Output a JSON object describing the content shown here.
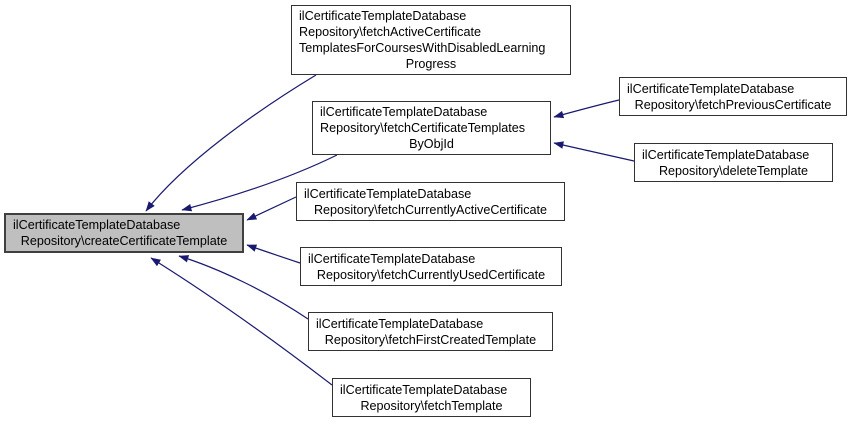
{
  "diagram": {
    "type": "call-graph",
    "description": "Doxygen caller graph for ilCertificateTemplateDatabaseRepository::createCertificateTemplate",
    "colors": {
      "edge": "#191970",
      "node_fill": "#ffffff",
      "node_border": "#323232",
      "highlight_fill": "#bfbfbf",
      "text": "#000000",
      "background": "#ffffff"
    }
  },
  "nodes": {
    "createCertificateTemplate": {
      "lines": [
        "ilCertificateTemplateDatabase",
        "Repository\\createCertificateTemplate"
      ],
      "highlighted": true
    },
    "fetchActiveCertificateTemplatesForCoursesWithDisabledLearningProgress": {
      "lines": [
        "ilCertificateTemplateDatabase",
        "Repository\\fetchActiveCertificate",
        "TemplatesForCoursesWithDisabledLearning",
        "Progress"
      ],
      "highlighted": false
    },
    "fetchCertificateTemplatesByObjId": {
      "lines": [
        "ilCertificateTemplateDatabase",
        "Repository\\fetchCertificateTemplates",
        "ByObjId"
      ],
      "highlighted": false
    },
    "fetchPreviousCertificate": {
      "lines": [
        "ilCertificateTemplateDatabase",
        "Repository\\fetchPreviousCertificate"
      ],
      "highlighted": false
    },
    "deleteTemplate": {
      "lines": [
        "ilCertificateTemplateDatabase",
        "Repository\\deleteTemplate"
      ],
      "highlighted": false
    },
    "fetchCurrentlyActiveCertificate": {
      "lines": [
        "ilCertificateTemplateDatabase",
        "Repository\\fetchCurrentlyActiveCertificate"
      ],
      "highlighted": false
    },
    "fetchCurrentlyUsedCertificate": {
      "lines": [
        "ilCertificateTemplateDatabase",
        "Repository\\fetchCurrentlyUsedCertificate"
      ],
      "highlighted": false
    },
    "fetchFirstCreatedTemplate": {
      "lines": [
        "ilCertificateTemplateDatabase",
        "Repository\\fetchFirstCreatedTemplate"
      ],
      "highlighted": false
    },
    "fetchTemplate": {
      "lines": [
        "ilCertificateTemplateDatabase",
        "Repository\\fetchTemplate"
      ],
      "highlighted": false
    }
  },
  "edges": [
    {
      "from": "fetchActiveCertificateTemplatesForCoursesWithDisabledLearningProgress",
      "to": "createCertificateTemplate"
    },
    {
      "from": "fetchCertificateTemplatesByObjId",
      "to": "createCertificateTemplate"
    },
    {
      "from": "fetchCurrentlyActiveCertificate",
      "to": "createCertificateTemplate"
    },
    {
      "from": "fetchCurrentlyUsedCertificate",
      "to": "createCertificateTemplate"
    },
    {
      "from": "fetchFirstCreatedTemplate",
      "to": "createCertificateTemplate"
    },
    {
      "from": "fetchTemplate",
      "to": "createCertificateTemplate"
    },
    {
      "from": "fetchPreviousCertificate",
      "to": "fetchCertificateTemplatesByObjId"
    },
    {
      "from": "deleteTemplate",
      "to": "fetchCertificateTemplatesByObjId"
    }
  ]
}
